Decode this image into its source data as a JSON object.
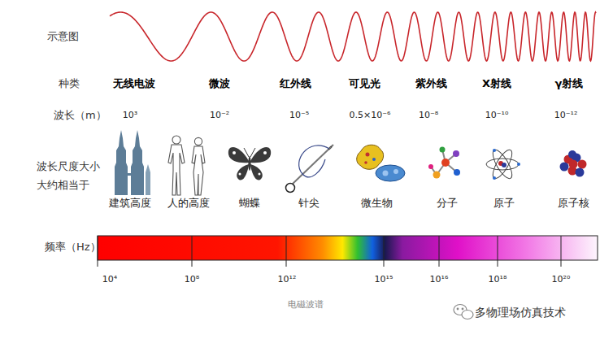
{
  "diagram": {
    "caption": "电磁波谱",
    "labels": [
      "示意图",
      "种类",
      "无线电波",
      "微波",
      "红外线",
      "可见光",
      "紫外线",
      "X射线",
      "γ射线",
      "波长（m）",
      "10³",
      "10⁻²",
      "10⁻⁵",
      "0.5×10⁻⁶",
      "10⁻⁸",
      "10⁻¹⁰",
      "10⁻¹²",
      "波长尺度大小 大约相当于",
      "建筑高度",
      "人的高度",
      "蝴蝶",
      "针尖",
      "微生物",
      "分子",
      "原子",
      "原子核",
      "频率（Hz）",
      "10⁴",
      "10⁸",
      "10¹²",
      "10¹⁵",
      "10¹⁶",
      "10¹⁸",
      "10²⁰",
      "多物理场仿真技术"
    ]
  }
}
